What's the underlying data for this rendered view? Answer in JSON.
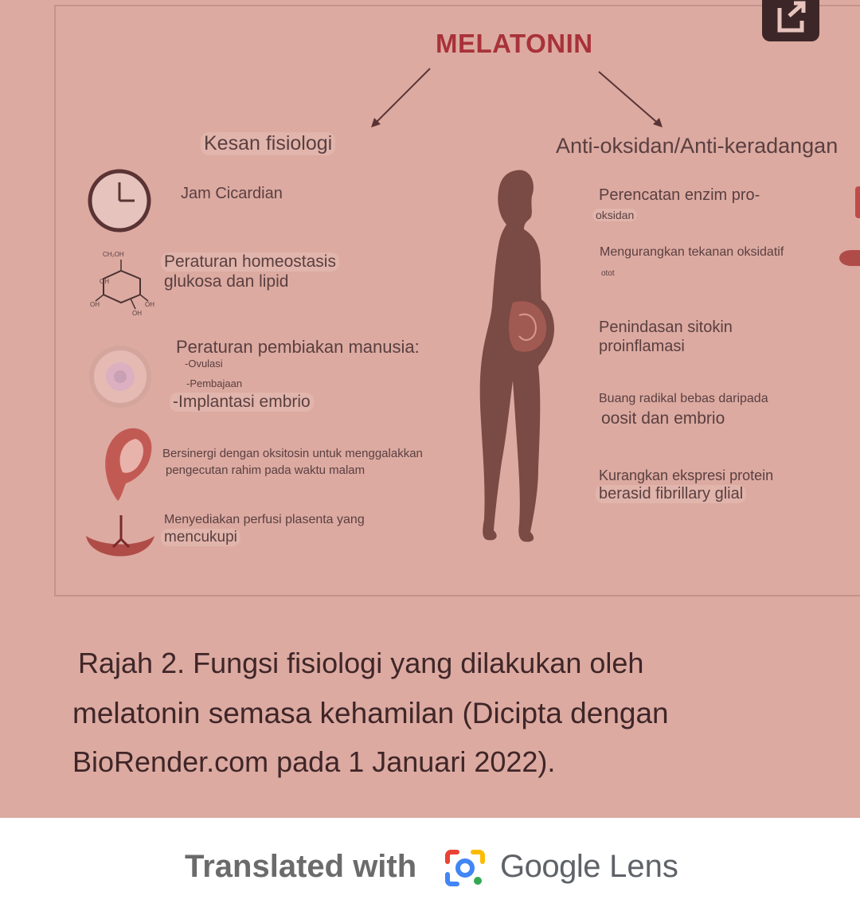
{
  "figure": {
    "title": "MELATONIN",
    "left_heading": "Kesan fisiologi",
    "right_heading": "Anti-oksidan/Anti-keradangan",
    "left_items": {
      "circadian": "Jam Cicardian",
      "homeostasis_line1": "Peraturan homeostasis",
      "homeostasis_line2": "glukosa dan lipid",
      "reproduction": "Peraturan pembiakan manusia:",
      "ovulation": "-Ovulasi",
      "fertilization": "-Pembajaan",
      "implantation": "-Implantasi embrio",
      "oxytocin_line1": "Bersinergi dengan oksitosin untuk menggalakkan",
      "oxytocin_line2": "pengecutan rahim pada waktu malam",
      "placenta_line1": "Menyediakan perfusi plasenta yang",
      "placenta_line2": "mencukupi"
    },
    "right_items": {
      "enzyme_line1": "Perencatan enzim pro-",
      "enzyme_line2": "oksidan",
      "oxidative_line1": "Mengurangkan tekanan oksidatif",
      "oxidative_line2": "otot",
      "cytokine_line1": "Penindasan sitokin",
      "cytokine_line2": "proinflamasi",
      "radical_line1": "Buang radikal bebas daripada",
      "radical_line2": "oosit dan embrio",
      "protein_line1": "Kurangkan ekspresi protein",
      "protein_line2": "berasid fibrillary glial"
    },
    "glucose_labels": {
      "ch2oh": "CH₂OH",
      "oh1": "OH",
      "oh2": "OH",
      "oh3": "OH",
      "oh4": "OH"
    }
  },
  "caption": {
    "line1": "Rajah 2. Fungsi fisiologi yang dilakukan oleh",
    "line2": "melatonin semasa kehamilan (Dicipta dengan",
    "line3": "BioRender.com pada 1 Januari 2022)."
  },
  "footer": {
    "translated_with": "Translated with",
    "brand_google": "Google",
    "brand_lens": "Lens"
  },
  "colors": {
    "background_tint": "#dcaaa1",
    "title_red": "#a8323a",
    "silhouette": "#7a4a44",
    "lens_blue": "#4285f4",
    "lens_red": "#ea4335",
    "lens_yellow": "#fbbc04",
    "lens_green": "#34a853"
  }
}
